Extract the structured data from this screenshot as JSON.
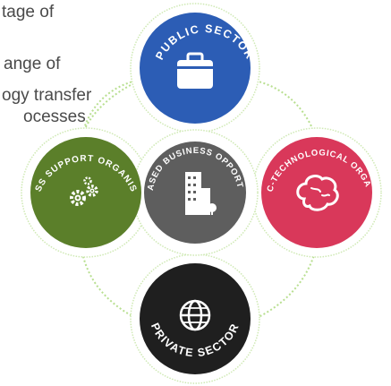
{
  "background_text": {
    "line1": "tage of",
    "line2": "ange of",
    "line3": "ogy transfer",
    "line4": "ocesses"
  },
  "nodes": {
    "top": {
      "label": "PUBLIC SECTOR",
      "icon": "briefcase-icon",
      "color": "#2c5db5"
    },
    "left": {
      "label": "BUSINESS SUPPORT ORGANISATIONS",
      "icon": "gears-icon",
      "color": "#5b7f2a"
    },
    "center": {
      "label": "TECH-BASED BUSINESS OPPORTUNITIES",
      "icon": "buildings-icon",
      "color": "#5e5e5e"
    },
    "right": {
      "label": "SCIENTIFIC-TECHNOLOGICAL ORGANISATIONS",
      "icon": "brain-icon",
      "color": "#d9385a"
    },
    "bottom": {
      "label": "PRIVATE SECTOR",
      "icon": "globe-icon",
      "color": "#1f1f1f"
    }
  },
  "colors": {
    "ring": "#cfe9b4",
    "connector": "#b8df90"
  }
}
